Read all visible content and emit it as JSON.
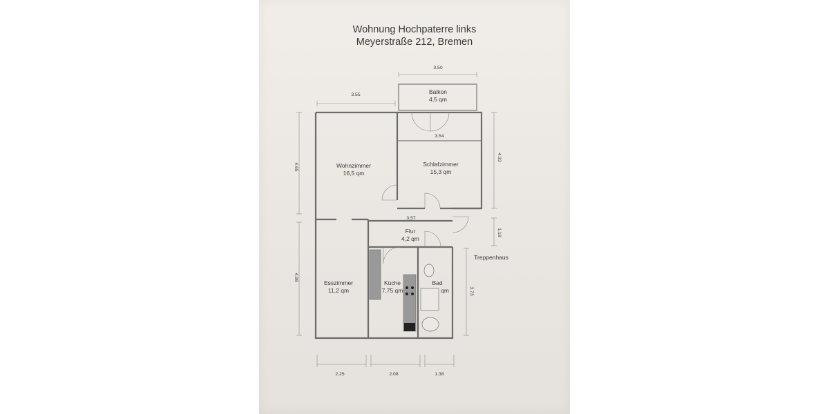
{
  "header": {
    "line1": "Wohnung Hochpaterre links",
    "line2": "Meyerstraße 212, Bremen"
  },
  "rooms": {
    "balkon": {
      "name": "Balkon",
      "area": "4,5 qm"
    },
    "wohnzimmer": {
      "name": "Wohnzimmer",
      "area": "16,5 qm"
    },
    "schlafzimmer": {
      "name": "Schlafzimmer",
      "area": "15,3 qm"
    },
    "flur": {
      "name": "Flur",
      "area": "4,2 qm"
    },
    "esszimmer": {
      "name": "Esszimmer",
      "area": "11,2 qm"
    },
    "kueche": {
      "name": "Küche",
      "area": "7,75 qm"
    },
    "bad": {
      "name": "Bad",
      "area": "qm"
    },
    "treppenhaus": {
      "name": "Treppenhaus"
    }
  },
  "dimensions": {
    "balkon_width": "3.50",
    "wohnzimmer_width": "3.55",
    "schlafzimmer_width": "3.54",
    "flur_width": "3.57",
    "wohnzimmer_height": "4.65",
    "schlafzimmer_height": "4.33",
    "flur_height": "1.18",
    "esszimmer_height": "4.98",
    "bad_height": "3.73",
    "bottom_1": "2.25",
    "bottom_2": "2.08",
    "bottom_3": "1.38"
  }
}
